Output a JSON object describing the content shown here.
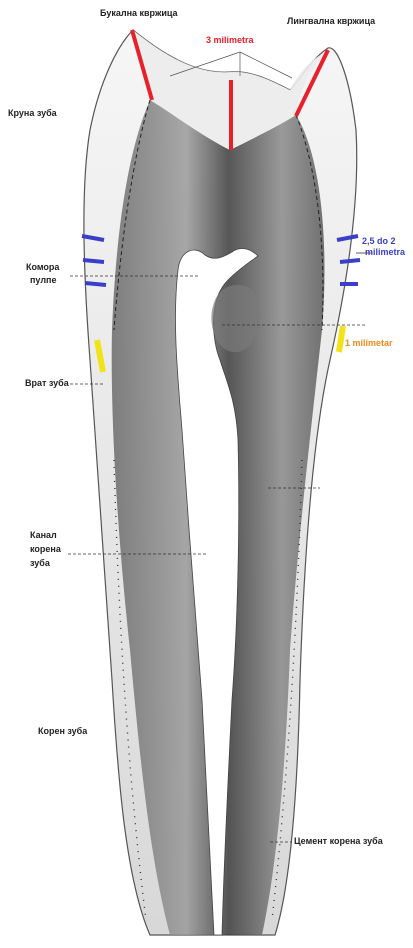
{
  "labels": {
    "buccal_cusp": "Букална квржица",
    "lingual_cusp": "Лингвална квржица",
    "crown": "Круна зуба",
    "pulp_chamber_line1": "Комора",
    "pulp_chamber_line2": "пулпе",
    "neck": "Врат зуба",
    "root_canal_line1": "Канал",
    "root_canal_line2": "корена",
    "root_canal_line3": "зуба",
    "root": "Корен зуба",
    "cementum": "Цемент корена зуба"
  },
  "annotations": {
    "cusp_thickness": "3 milimetra",
    "side_thickness_line1": "2,5 do 2",
    "side_thickness_line2": "milimetra",
    "neck_thickness": "1 milimetar"
  },
  "colors": {
    "red_marker": "#e8202a",
    "blue_marker": "#3a3fc8",
    "yellow_marker": "#f2e21a",
    "orange_text": "#f08a1c",
    "tooth_shade": "#3a3a3a",
    "enamel": "#f2f2f2"
  }
}
